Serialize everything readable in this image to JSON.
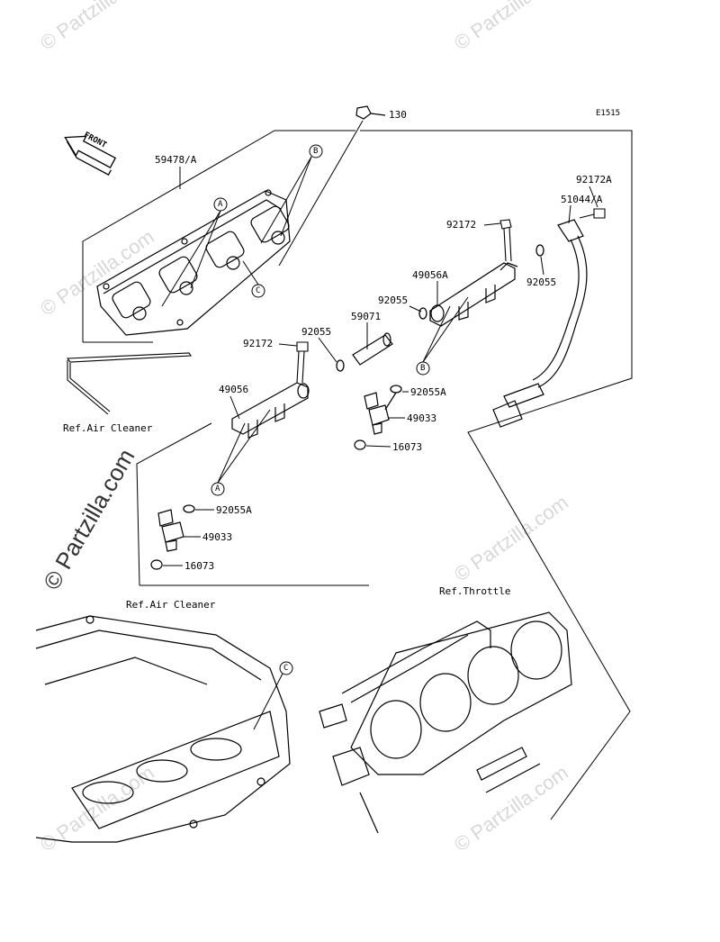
{
  "diagram_code": "E1515",
  "front_label": "FRONT",
  "watermark": "© Partzilla.com",
  "refs": {
    "air_cleaner_top": "Ref.Air Cleaner",
    "air_cleaner_bottom": "Ref.Air Cleaner",
    "throttle": "Ref.Throttle"
  },
  "callouts": {
    "a": "A",
    "b": "B",
    "c": "C"
  },
  "parts": {
    "p130": "130",
    "p59478": "59478/A",
    "p92172a": "92172A",
    "p51044": "51044/A",
    "p92172_top": "92172",
    "p49056a": "49056A",
    "p92055_r": "92055",
    "p92055_m": "92055",
    "p59071": "59071",
    "p92055_l": "92055",
    "p92172_left": "92172",
    "p49056": "49056",
    "p92055a_r": "92055A",
    "p49033_r": "49033",
    "p16073_r": "16073",
    "p92055a_l": "92055A",
    "p49033_l": "49033",
    "p16073_l": "16073"
  }
}
